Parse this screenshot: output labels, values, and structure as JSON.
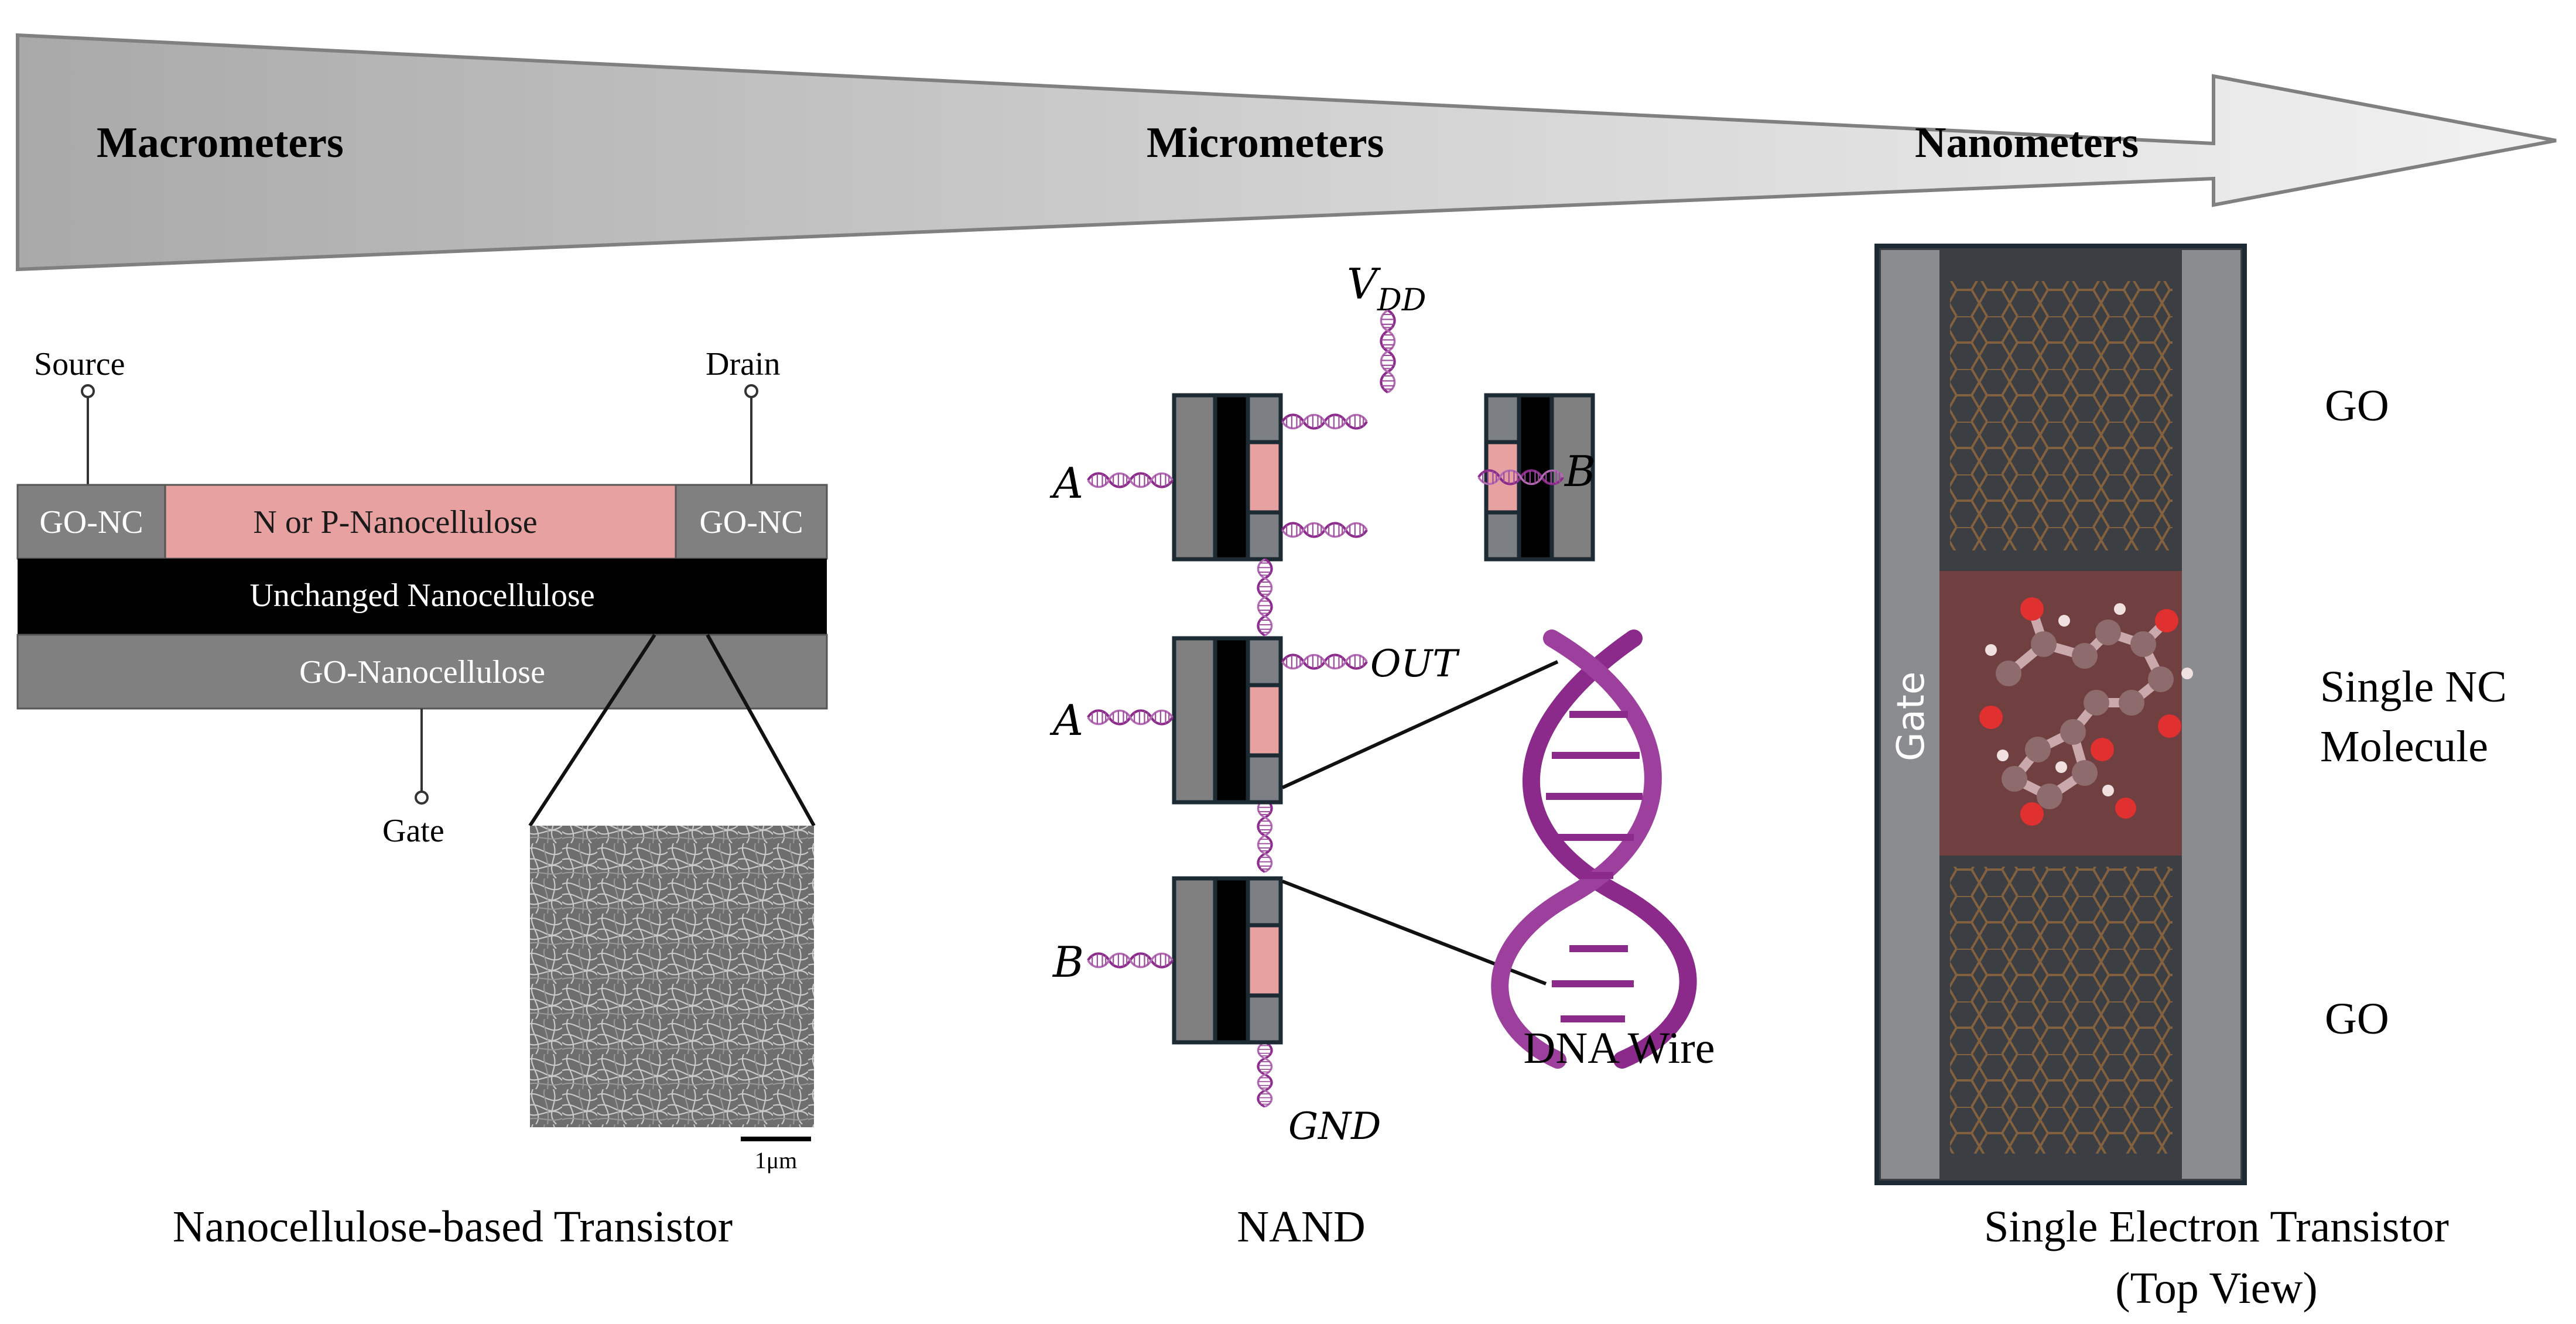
{
  "scale_headings": [
    "Macrometers",
    "Micrometers",
    "Nanometers"
  ],
  "transistor": {
    "source": "Source",
    "drain": "Drain",
    "gate": "Gate",
    "layer_go_nc_left": "GO-NC",
    "layer_channel": "N or P-Nanocellulose",
    "layer_go_nc_right": "GO-NC",
    "layer_unchanged": "Unchanged Nanocellulose",
    "layer_go_nanocellulose": "GO-Nanocellulose",
    "scale_bar": "1μm",
    "caption": "Nanocellulose-based Transistor"
  },
  "nand": {
    "vdd": "V",
    "vdd_sub": "DD",
    "input_a1": "A",
    "input_b1": "B",
    "input_a2": "A",
    "output": "OUT",
    "input_b2": "B",
    "gnd": "GND",
    "dna_wire": "DNA Wire",
    "caption": "NAND"
  },
  "set": {
    "gate": "Gate",
    "go_top": "GO",
    "molecule_line1": "Single NC",
    "molecule_line2": "Molecule",
    "go_bottom": "GO",
    "caption_line1": "Single Electron Transistor",
    "caption_line2": "(Top View)"
  },
  "colors": {
    "arrow": "#c8c8c8",
    "go_gray": "#808080",
    "channel_pink": "#e6a1a0",
    "dna_purple": "#8b2a8b",
    "set_dark": "#3b3e42"
  }
}
